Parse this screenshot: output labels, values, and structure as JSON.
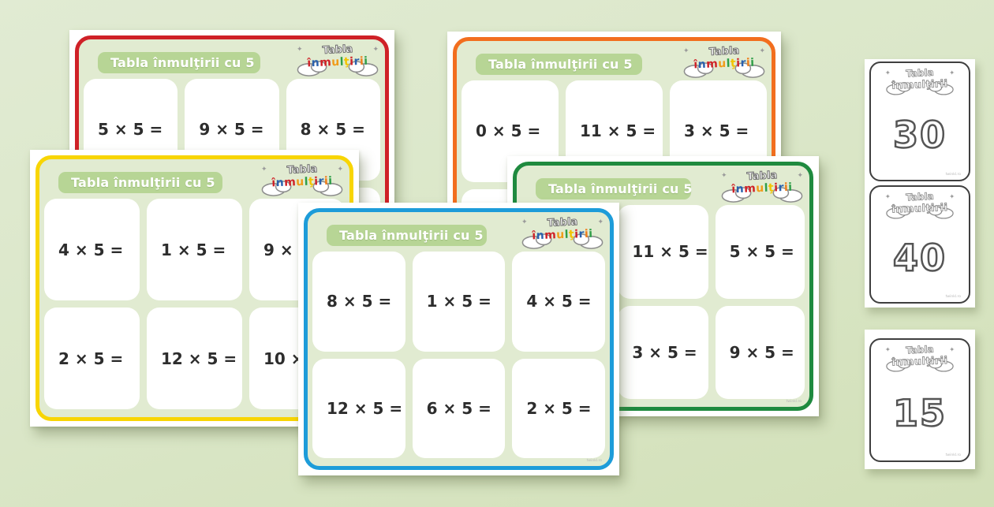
{
  "logo": {
    "line1": "Tabla",
    "line2": "înmulţirii",
    "letter_colors": [
      "#cf2127",
      "#2a61ae",
      "#cf2127",
      "#f09c1a",
      "#2f9e48",
      "#f2c400",
      "#cf2127",
      "#2a61ae",
      "#f07d1a",
      "#2f9e48"
    ]
  },
  "icons": {
    "sparkle": "✦",
    "cloud": "cloud-icon"
  },
  "colors": {
    "background_top": "#e1ebd3",
    "background_bottom": "#d2e0b8",
    "sheet_interior": "#e1ebd1",
    "header_pill": "#b7d595",
    "cell_text": "#2d2d2d",
    "card_border": "#3f3f3f",
    "number_outline": "#555555"
  },
  "worksheets": [
    {
      "id": "red",
      "border_color": "#cf2127",
      "title": "Tabla înmulţirii cu 5",
      "watermark": "twinkl.ro",
      "cells": [
        "5 × 5 =",
        "9 × 5 =",
        "8 × 5 =",
        "",
        "",
        ""
      ]
    },
    {
      "id": "orange",
      "border_color": "#f26e1e",
      "title": "Tabla înmulţirii cu 5",
      "watermark": "twinkl.ro",
      "cells": [
        "0 × 5 =",
        "11 × 5 =",
        "3 × 5 =",
        "",
        "",
        ""
      ]
    },
    {
      "id": "yellow",
      "border_color": "#f8d504",
      "title": "Tabla înmulţirii cu 5",
      "watermark": "twinkl.ro",
      "cells": [
        "4 × 5 =",
        "1 × 5 =",
        "9 × 5 =",
        "2 × 5 =",
        "12 × 5 =",
        "10 × 5 ="
      ]
    },
    {
      "id": "green",
      "border_color": "#1f8a3f",
      "title": "Tabla înmulţirii cu 5",
      "watermark": "twinkl.ro",
      "cells": [
        "",
        "11 × 5 =",
        "5 × 5 =",
        "",
        "3 × 5 =",
        "9 × 5 ="
      ]
    },
    {
      "id": "blue",
      "border_color": "#1d9cd9",
      "title": "Tabla înmulţirii cu 5",
      "watermark": "twinkl.ro",
      "cells": [
        "8 × 5 =",
        "1 × 5 =",
        "4 × 5 =",
        "12 × 5 =",
        "6 × 5 =",
        "2 × 5 ="
      ]
    }
  ],
  "answer_cards": [
    {
      "value": "30",
      "watermark": "twinkl.ro"
    },
    {
      "value": "40",
      "watermark": "twinkl.ro"
    },
    {
      "value": "15",
      "watermark": "twinkl.ro"
    }
  ]
}
